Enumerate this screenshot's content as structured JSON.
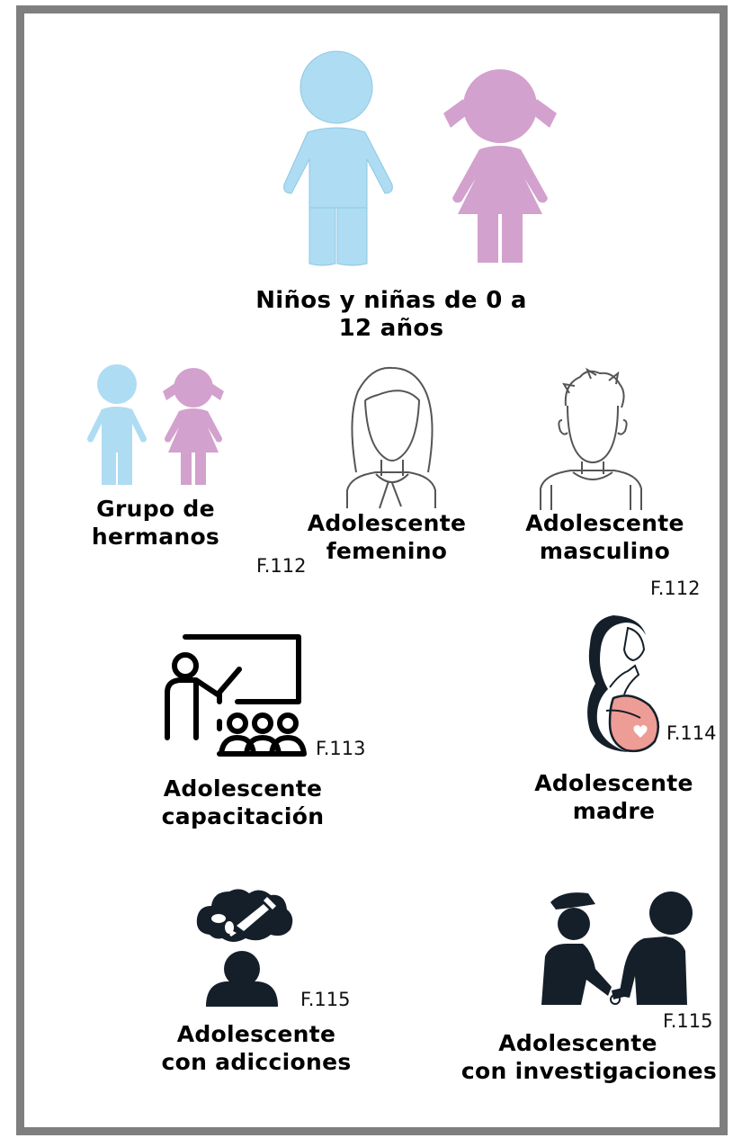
{
  "colors": {
    "border": "#7f7f7f",
    "boy": "#aedcf3",
    "girl": "#d3a1cd",
    "dark": "#141f2a",
    "belly": "#ee9c96"
  },
  "main": {
    "title_line1": "Niños y niñas de 0 a",
    "title_line2": "12 años"
  },
  "items": [
    {
      "id": "siblings",
      "line1": "Grupo de",
      "line2": "hermanos",
      "ref": "",
      "icon": "siblings-icon"
    },
    {
      "id": "adolescent-female",
      "line1": "Adolescente",
      "line2": "femenino",
      "ref": "F.112",
      "icon": "female-teen-icon"
    },
    {
      "id": "adolescent-male",
      "line1": "Adolescente",
      "line2": "masculino",
      "ref": "F.112",
      "icon": "male-teen-icon"
    },
    {
      "id": "adolescent-training",
      "line1": "Adolescente",
      "line2": "capacitación",
      "ref": "F.113",
      "icon": "classroom-icon"
    },
    {
      "id": "adolescent-mother",
      "line1": "Adolescente",
      "line2": "madre",
      "ref": "F.114",
      "icon": "pregnant-icon"
    },
    {
      "id": "adolescent-addictions",
      "line1": "Adolescente",
      "line2": "con adicciones",
      "ref": "F.115",
      "icon": "addiction-icon"
    },
    {
      "id": "adolescent-investigations",
      "line1": "Adolescente",
      "line2": "con investigaciones",
      "ref": "F.115",
      "icon": "police-arrest-icon"
    }
  ]
}
